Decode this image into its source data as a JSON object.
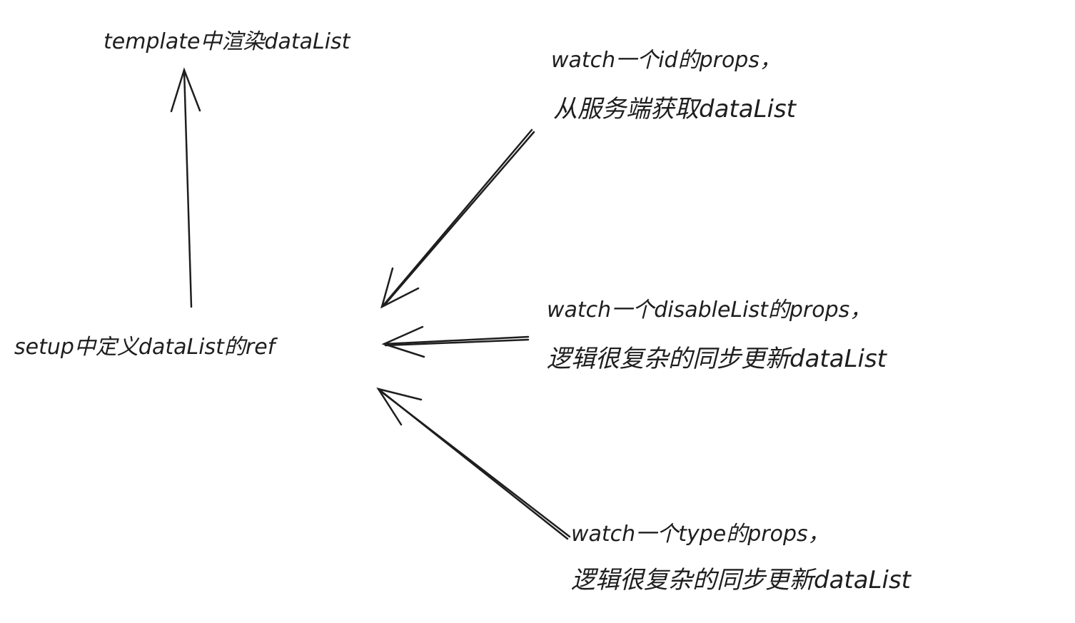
{
  "nodes": {
    "template": {
      "text": "template中渲染dataList"
    },
    "setup": {
      "text": "setup中定义dataList的ref"
    },
    "watch_id": {
      "line1": "watch一个id的props，",
      "line2": "从服务端获取dataList"
    },
    "watch_disable": {
      "line1": "watch一个disableList的props，",
      "line2": "逻辑很复杂的同步更新dataList"
    },
    "watch_type": {
      "line1": "watch一个type的props，",
      "line2": "逻辑很复杂的同步更新dataList"
    }
  },
  "edges": [
    {
      "from": "setup",
      "to": "template"
    },
    {
      "from": "watch_id",
      "to": "setup"
    },
    {
      "from": "watch_disable",
      "to": "setup"
    },
    {
      "from": "watch_type",
      "to": "setup"
    }
  ],
  "colors": {
    "stroke": "#1e1e1e",
    "background": "#ffffff"
  }
}
